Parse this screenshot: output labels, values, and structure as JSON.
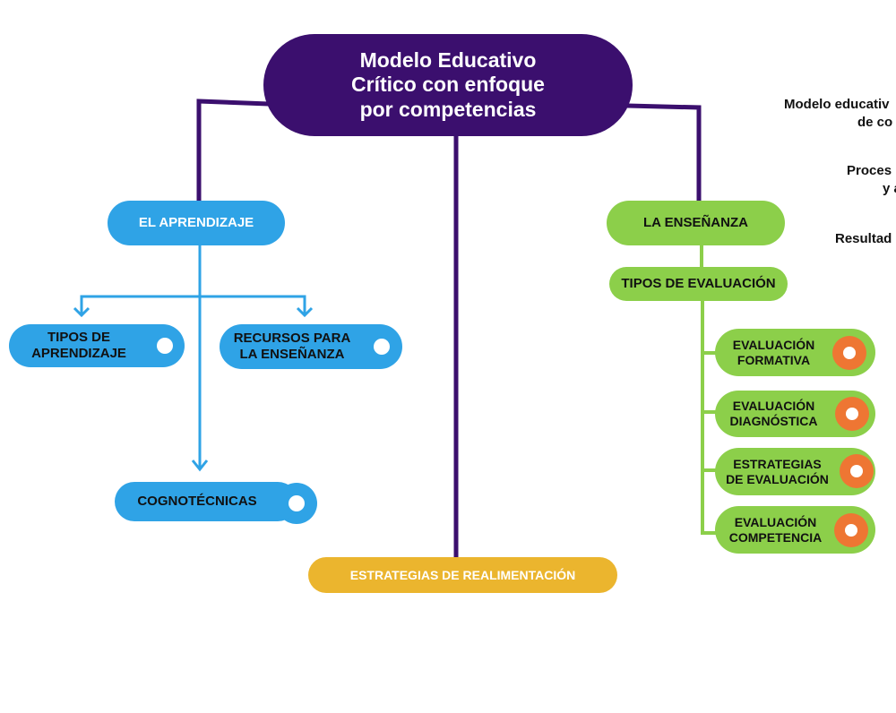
{
  "title": {
    "line1": "Modelo Educativo",
    "line2": "Crítico con enfoque",
    "line3": "por competencias"
  },
  "left": {
    "main": "EL APRENDIZAJE",
    "tipos": {
      "line1": "TIPOS DE",
      "line2": "APRENDIZAJE"
    },
    "recursos": {
      "line1": "RECURSOS PARA",
      "line2": "LA ENSEÑANZA"
    },
    "cogno": "COGNOTÉCNICAS"
  },
  "center": {
    "estrategias": "ESTRATEGIAS DE REALIMENTACIÓN"
  },
  "right": {
    "main": "LA ENSEÑANZA",
    "tipos": "TIPOS DE EVALUACIÓN",
    "items": [
      {
        "line1": "EVALUACIÓN",
        "line2": "FORMATIVA"
      },
      {
        "line1": "EVALUACIÓN",
        "line2": "DIAGNÓSTICA"
      },
      {
        "line1": "ESTRATEGIAS",
        "line2": "DE EVALUACIÓN"
      },
      {
        "line1": "EVALUACIÓN",
        "line2": "COMPETENCIA"
      }
    ]
  },
  "side_notes": {
    "n1_line1": "Modelo educativ",
    "n1_line2": "de co",
    "n2_line1": "Proces",
    "n2_line2": "y a",
    "n3": "Resultad"
  },
  "colors": {
    "purple": "#3b0f6e",
    "blue": "#2fa3e6",
    "green": "#8ccf4a",
    "yellow": "#ebb52e",
    "orange": "#ee7633"
  }
}
